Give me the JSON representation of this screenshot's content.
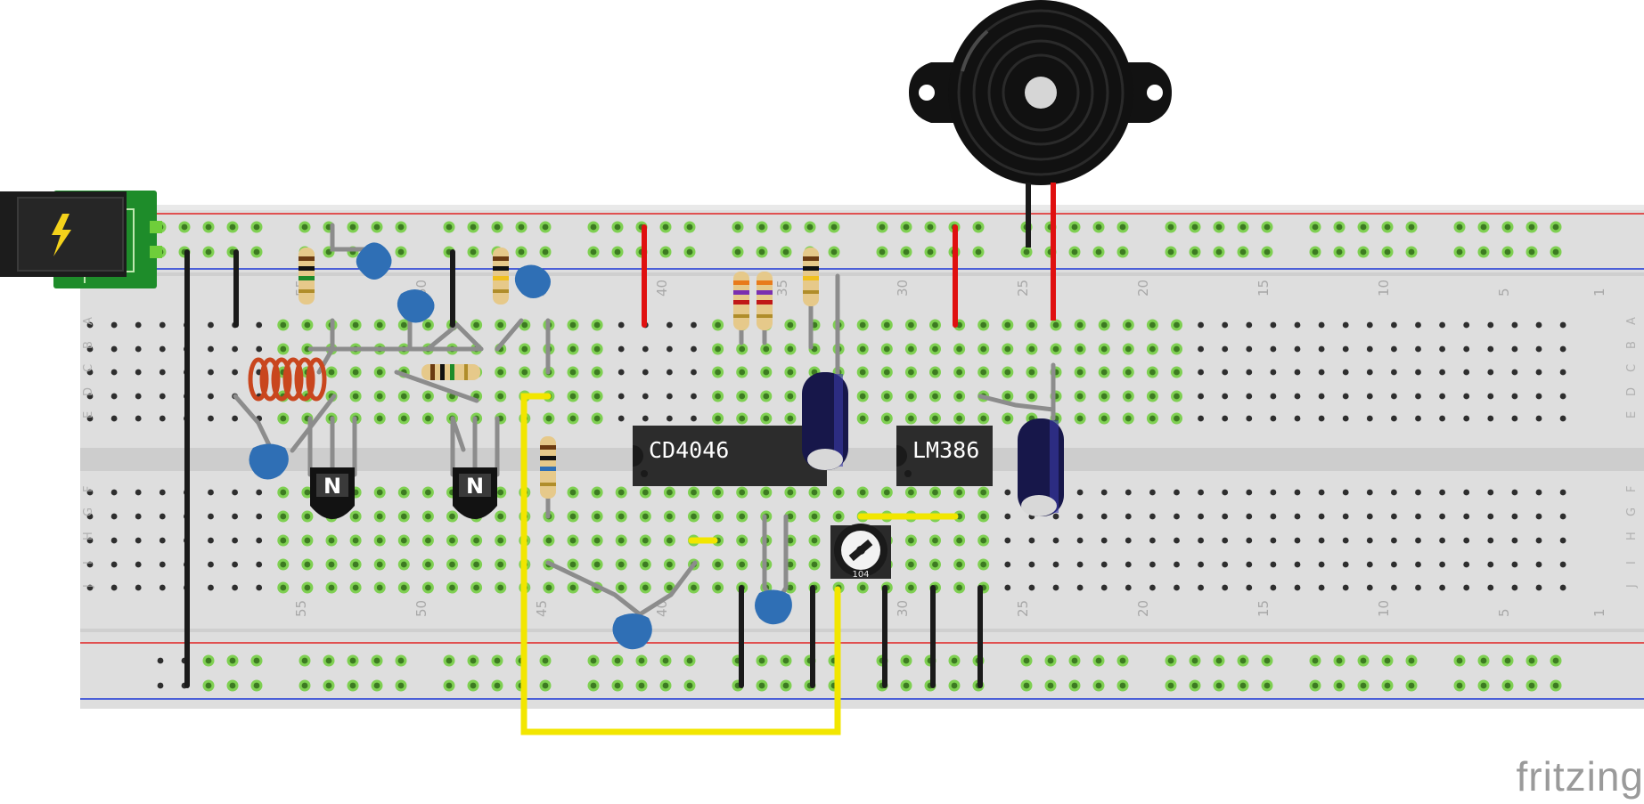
{
  "chips": [
    {
      "label": "CD4046"
    },
    {
      "label": "LM386"
    }
  ],
  "column_numbers": [
    "55",
    "50",
    "45",
    "40",
    "35",
    "30",
    "25",
    "20",
    "15",
    "10",
    "5",
    "1"
  ],
  "row_letters_top": [
    "A",
    "B",
    "C",
    "D",
    "E"
  ],
  "row_letters_bottom": [
    "F",
    "G",
    "H",
    "I",
    "J"
  ],
  "transistor_mark": "N",
  "trimpot_mark": "104",
  "wordmark": "fritzing",
  "colors": {
    "breadboard": "#dedede",
    "hole": "#2e2e2e",
    "connected_hole": "#6fce3a",
    "power_rail": "#e02020",
    "ground_rail": "#1c37d6",
    "wire_yellow": "#f2e600",
    "wire_red": "#e01010",
    "wire_black": "#1a1a1a",
    "ic_body": "#2c2c2c",
    "capacitor_ceramic": "#2f6fb5",
    "capacitor_electrolytic": "#17174a",
    "coil": "#c9461e",
    "pcb_green": "#1e8c2a"
  }
}
